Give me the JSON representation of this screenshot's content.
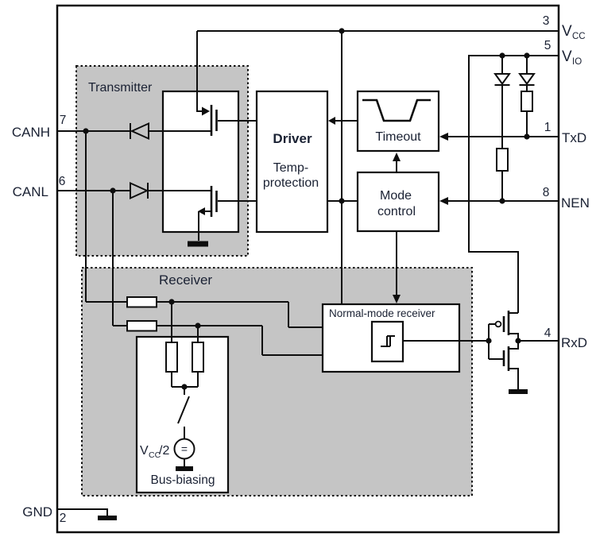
{
  "pins": {
    "canh": {
      "label": "CANH",
      "number": "7"
    },
    "canl": {
      "label": "CANL",
      "number": "6"
    },
    "gnd": {
      "label": "GND",
      "number": "2"
    },
    "vcc": {
      "label_main": "V",
      "label_sub": "CC",
      "number": "3"
    },
    "vio": {
      "label_main": "V",
      "label_sub": "IO",
      "number": "5"
    },
    "txd": {
      "label": "TxD",
      "number": "1"
    },
    "nen": {
      "label": "NEN",
      "number": "8"
    },
    "rxd": {
      "label": "RxD",
      "number": "4"
    }
  },
  "blocks": {
    "transmitter": "Transmitter",
    "receiver": "Receiver",
    "driver": {
      "title": "Driver",
      "line1": "Temp-",
      "line2": "protection"
    },
    "timeout": "Timeout",
    "mode_control": {
      "line1": "Mode",
      "line2": "control"
    },
    "normal_mode_receiver": "Normal-mode receiver",
    "bus_biasing": "Bus-biasing"
  },
  "symbols": {
    "bias_source": {
      "label_main": "V",
      "label_sub": "CC",
      "label_tail": "/2",
      "glyph": "="
    }
  },
  "colors": {
    "line": "#0d0d0d",
    "text": "#1a2133",
    "panel_gray": "#c5c5c5",
    "background": "#ffffff"
  }
}
